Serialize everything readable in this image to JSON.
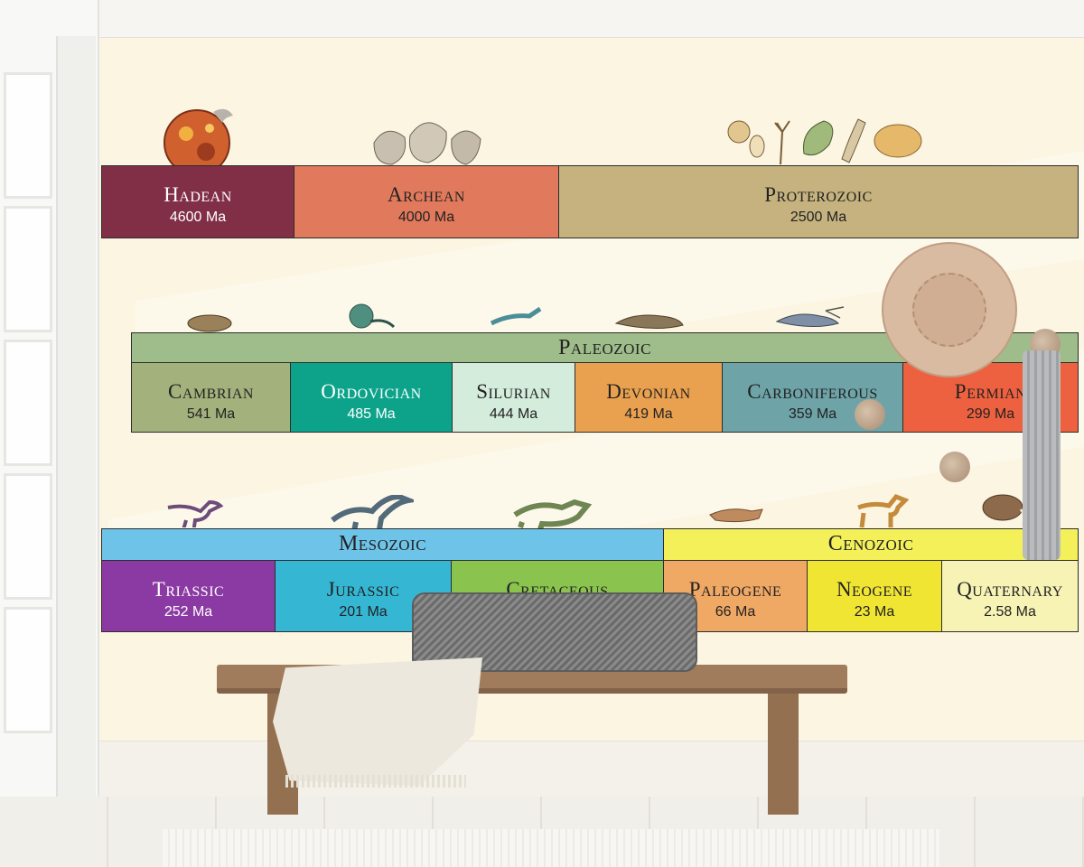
{
  "timeline": {
    "eons": [
      {
        "name": "Hadean",
        "ma": "4600 Ma",
        "color": "#812f47"
      },
      {
        "name": "Archean",
        "ma": "4000 Ma",
        "color": "#e1795c"
      },
      {
        "name": "Proterozoic",
        "ma": "2500 Ma",
        "color": "#c5b27e"
      }
    ],
    "paleozoic": {
      "band": {
        "name": "Paleozoic",
        "color": "#9fbd8a"
      },
      "periods": [
        {
          "name": "Cambrian",
          "ma": "541 Ma",
          "color": "#a3b17c"
        },
        {
          "name": "Ordovician",
          "ma": "485 Ma",
          "color": "#0ca38a"
        },
        {
          "name": "Silurian",
          "ma": "444 Ma",
          "color": "#d4ecdc"
        },
        {
          "name": "Devonian",
          "ma": "419 Ma",
          "color": "#e9a14f"
        },
        {
          "name": "Carboniferous",
          "ma": "359 Ma",
          "color": "#6ea3a8"
        },
        {
          "name": "Permian",
          "ma": "299 Ma",
          "color": "#ee6140"
        }
      ]
    },
    "mesozoic": {
      "band": {
        "name": "Mesozoic",
        "color": "#6ec4e8"
      },
      "periods": [
        {
          "name": "Triassic",
          "ma": "252 Ma",
          "color": "#8b3aa3"
        },
        {
          "name": "Jurassic",
          "ma": "201 Ma",
          "color": "#35b7d4"
        },
        {
          "name": "Cretaceous",
          "ma": "",
          "color": "#8bc34f"
        }
      ]
    },
    "cenozoic": {
      "band": {
        "name": "Cenozoic",
        "color": "#f4f05a"
      },
      "periods": [
        {
          "name": "Paleogene",
          "ma": "66 Ma",
          "color": "#f0a865"
        },
        {
          "name": "Neogene",
          "ma": "23 Ma",
          "color": "#f1e533"
        },
        {
          "name": "Quaternary",
          "ma": "2.58 Ma",
          "color": "#f7f3b4"
        }
      ]
    }
  },
  "illustrations": [
    "planet-icon",
    "stromatolite-icon",
    "microbe-icon",
    "trilobite-icon",
    "nautiloid-icon",
    "sea-scorpion-icon",
    "tetrapod-icon",
    "reptile-icon",
    "dragonfly-icon",
    "raptor-icon",
    "sauropod-icon",
    "triceratops-icon",
    "mammal-icon",
    "horse-icon",
    "mammoth-icon"
  ]
}
